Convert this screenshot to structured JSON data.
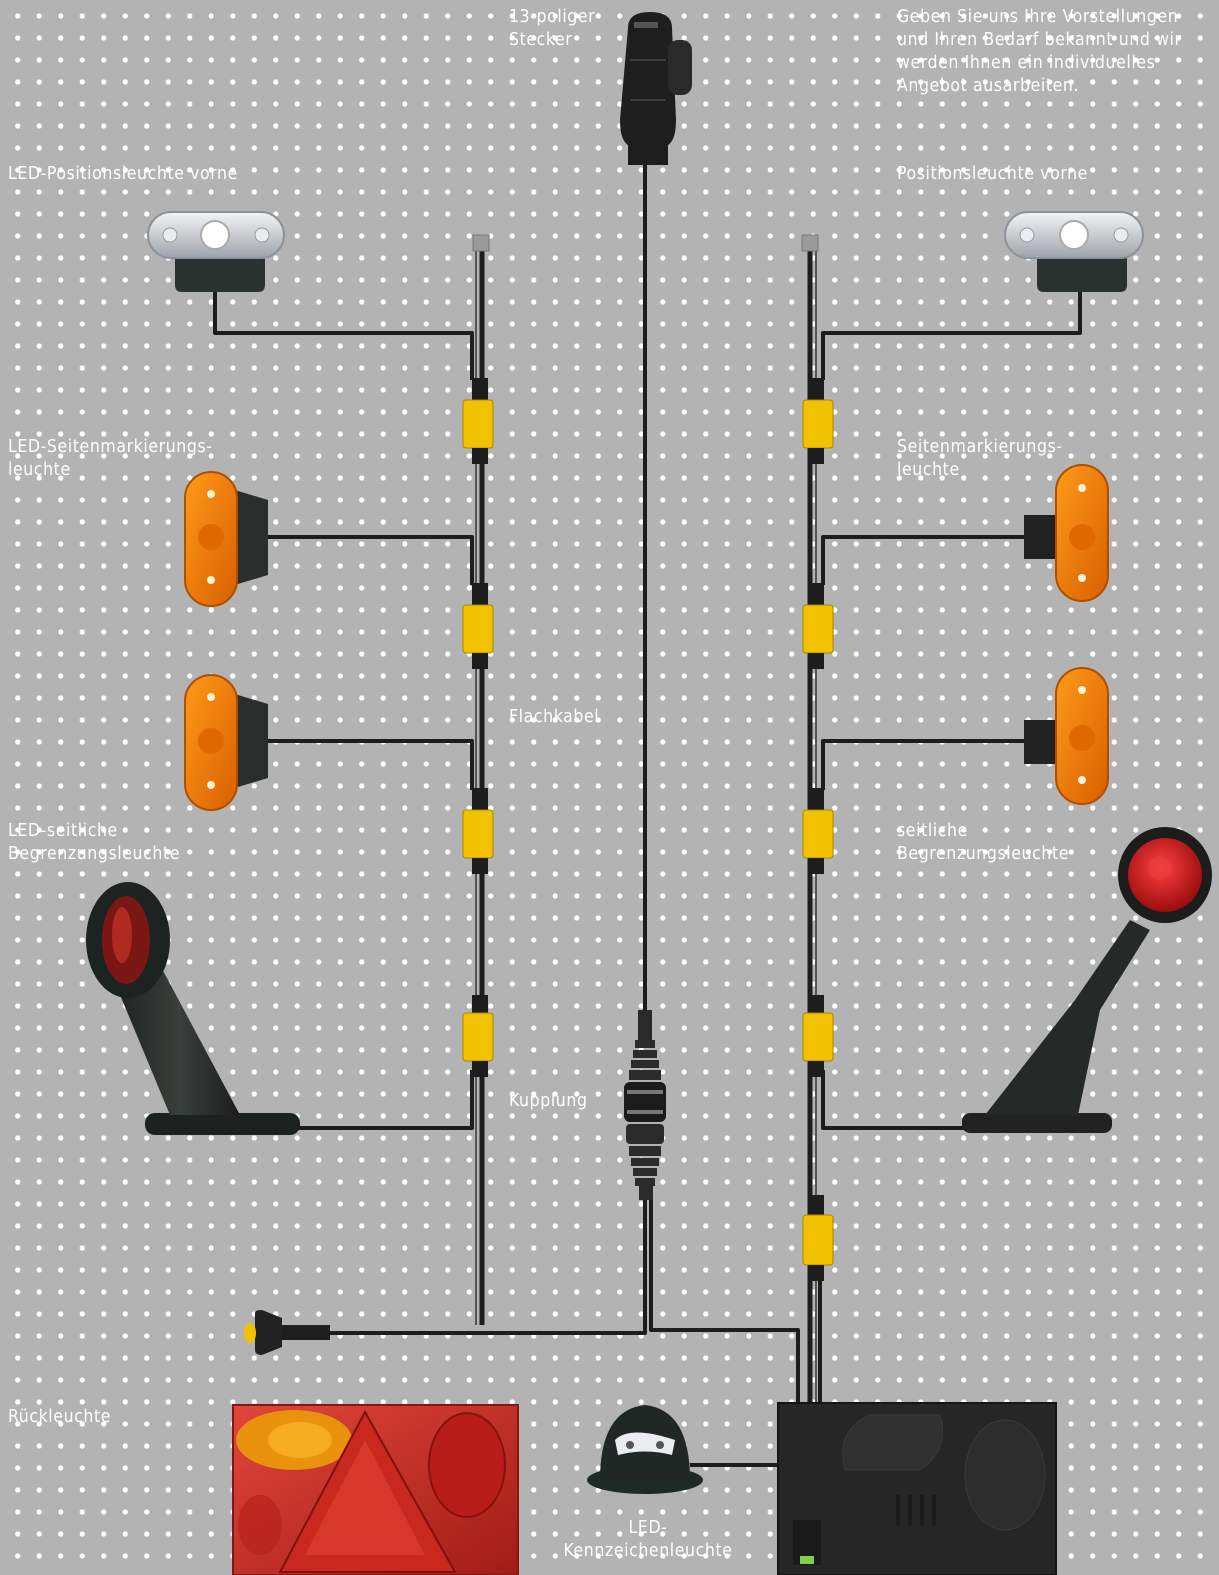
{
  "labels": {
    "connector_13pin": "13-poliger\nStecker",
    "info_text": "Geben Sie uns Ihre Vorstellungen\nund Ihren Bedarf bekannt und wir\nwerden Ihnen ein individuelles\nAngebot ausarbeiten.",
    "led_position_front": "LED-Positionsleuchte vorne",
    "position_front": "Positionsleuchte vorne",
    "led_side_marker": "LED-Seitenmarkierungs-\nleuchte",
    "side_marker": "Seitenmarkierungs-\nleuchte",
    "flat_cable": "Flachkabel",
    "led_side_outline": "LED-seitliche\nBegrenzungsleuchte",
    "side_outline": "seitliche\nBegrenzungsleuchte",
    "coupling": "Kupplung",
    "tail_light": "Rückleuchte",
    "led_license_plate": "LED-\nKennzeichenleuchte"
  },
  "colors": {
    "background": "#b3b3b3",
    "dots": "#ffffff",
    "cable": "#1a1a1a",
    "connector_yellow": "#f2c200",
    "marker_orange": "#f07a00",
    "tail_red": "#c0201c"
  },
  "icons": [
    "plug-13pin-icon",
    "position-light-icon",
    "side-marker-light-icon",
    "outline-marker-light-icon",
    "cable-coupling-icon",
    "tail-light-icon",
    "license-plate-light-icon",
    "junction-box-icon",
    "end-plug-icon",
    "flat-cable-connector-icon"
  ]
}
